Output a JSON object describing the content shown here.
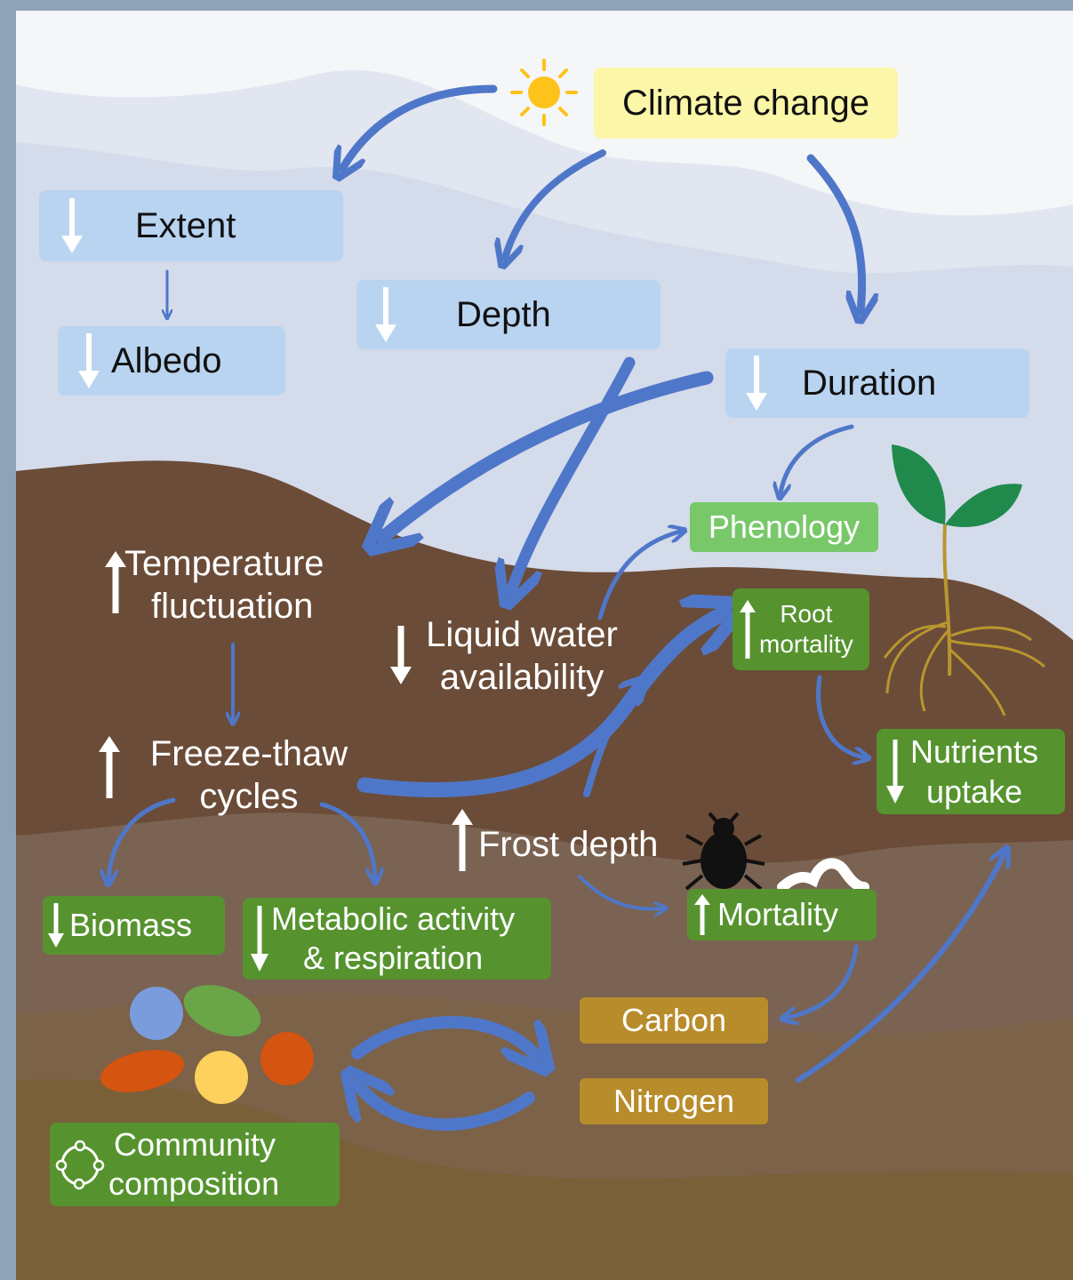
{
  "colors": {
    "sky": "#e6e9f2",
    "snow_layer": "#d4dbea",
    "soil_top": "#6b4c38",
    "soil_mid": "#7a6352",
    "soil_low": "#7b6248",
    "soil_bottom": "#7a6038",
    "snow_box": "#b9d4f0",
    "green_box": "#56932f",
    "phenology_box": "#78c86a",
    "nutrient_box": "#b88c2a",
    "climate_box": "#fbf6a8",
    "arrow_blue": "#4f77c9"
  },
  "top": {
    "climate": "Climate change",
    "extent": "Extent",
    "albedo": "Albedo",
    "depth": "Depth",
    "duration": "Duration"
  },
  "soil": {
    "temperature_line1": "Temperature",
    "temperature_line2": "fluctuation",
    "freeze_line1": "Freeze-thaw",
    "freeze_line2": "cycles",
    "liquid_line1": "Liquid water",
    "liquid_line2": "availability",
    "frost": "Frost depth"
  },
  "bio": {
    "phenology": "Phenology",
    "root_line1": "Root",
    "root_line2": "mortality",
    "nutrients_line1": "Nutrients",
    "nutrients_line2": "uptake",
    "mortality": "Mortality",
    "biomass": "Biomass",
    "metabolic_line1": "Metabolic activity",
    "metabolic_line2": "& respiration",
    "carbon": "Carbon",
    "nitrogen": "Nitrogen",
    "community_line1": "Community",
    "community_line2": "composition"
  },
  "icons": {
    "sun": "sun-icon",
    "plant": "seedling-icon",
    "beetle": "beetle-icon",
    "worm": "worm-icon",
    "microbes": "microbe-cluster-icon",
    "cycle": "cycle-icon"
  }
}
